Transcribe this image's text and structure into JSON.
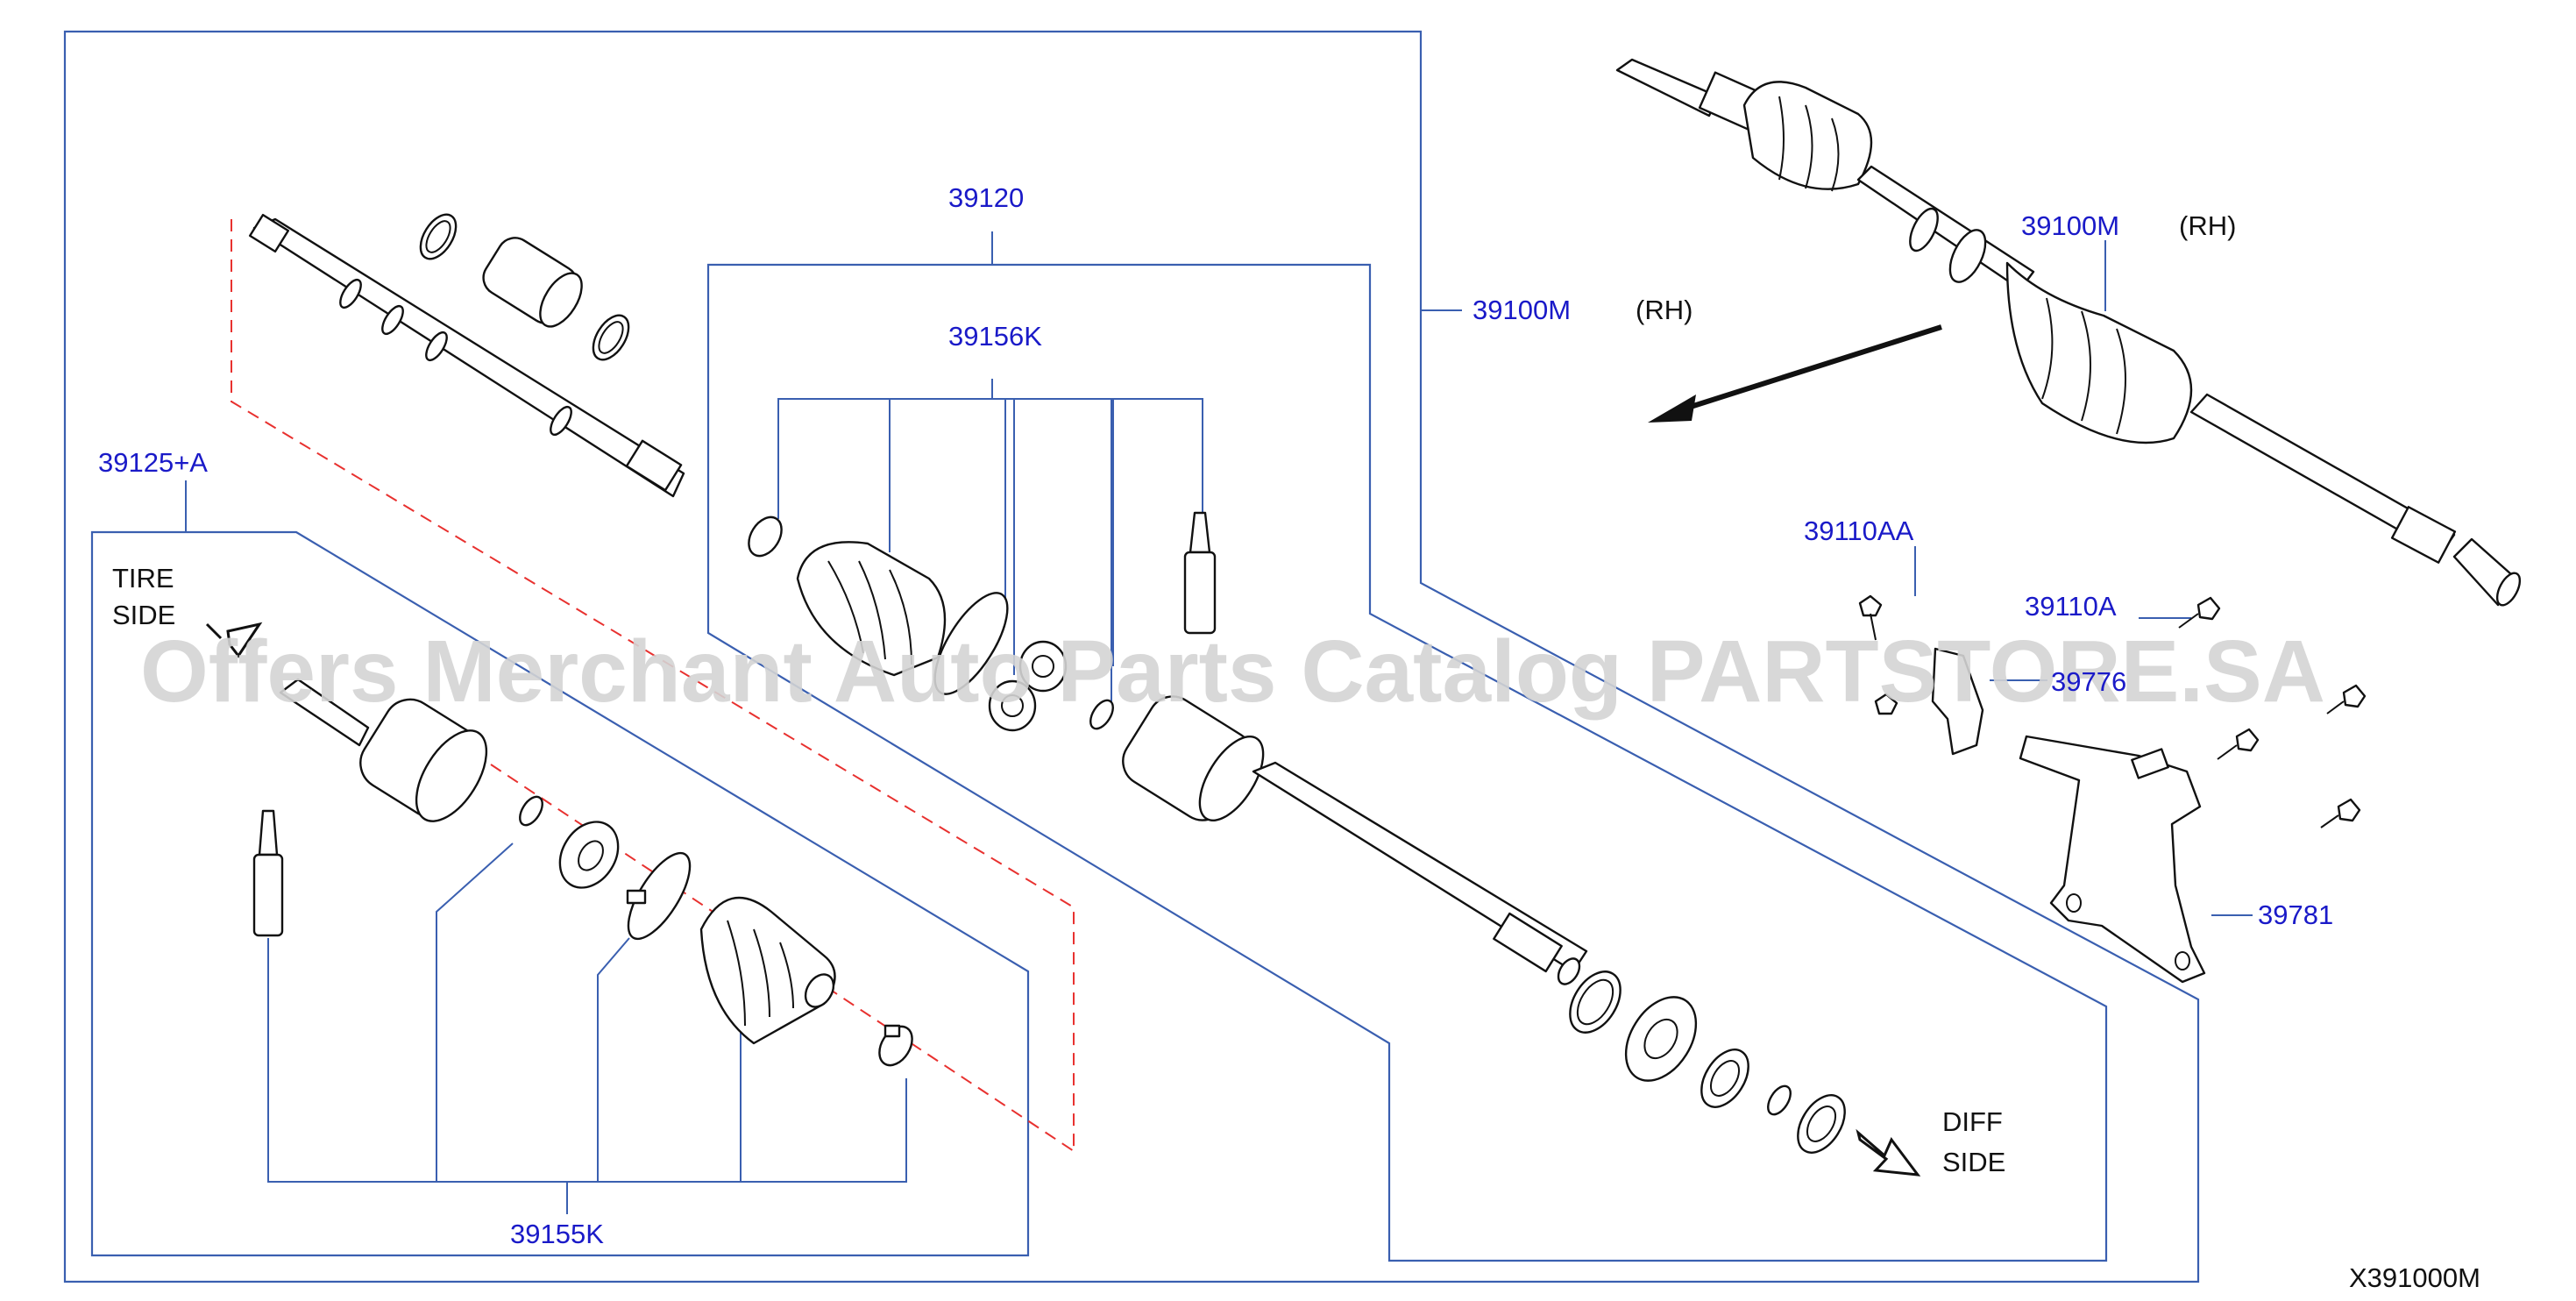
{
  "labels": {
    "p39120": "39120",
    "p39156k": "39156K",
    "p39100m_main": "39100M",
    "rh_main": "(RH)",
    "p39125a": "39125+A",
    "p39100m_assy": "39100M",
    "rh_assy": "(RH)",
    "p39110aa": "39110AA",
    "p39110a": "39110A",
    "p39776": "39776",
    "p39781": "39781",
    "p39155k": "39155K",
    "diagram_id": "X391000M"
  },
  "notes": {
    "tire_side_line1": "TIRE",
    "tire_side_line2": "SIDE",
    "diff_side_line1": "DIFF",
    "diff_side_line2": "SIDE"
  },
  "watermark": "Offers Merchant Auto Parts Catalog PARTSTORE.SA",
  "colors": {
    "part_number": "#1a1ac8",
    "frame_line": "#3a5fb0",
    "axis_dash": "#e8312f",
    "watermark": "#d4d4d4"
  }
}
